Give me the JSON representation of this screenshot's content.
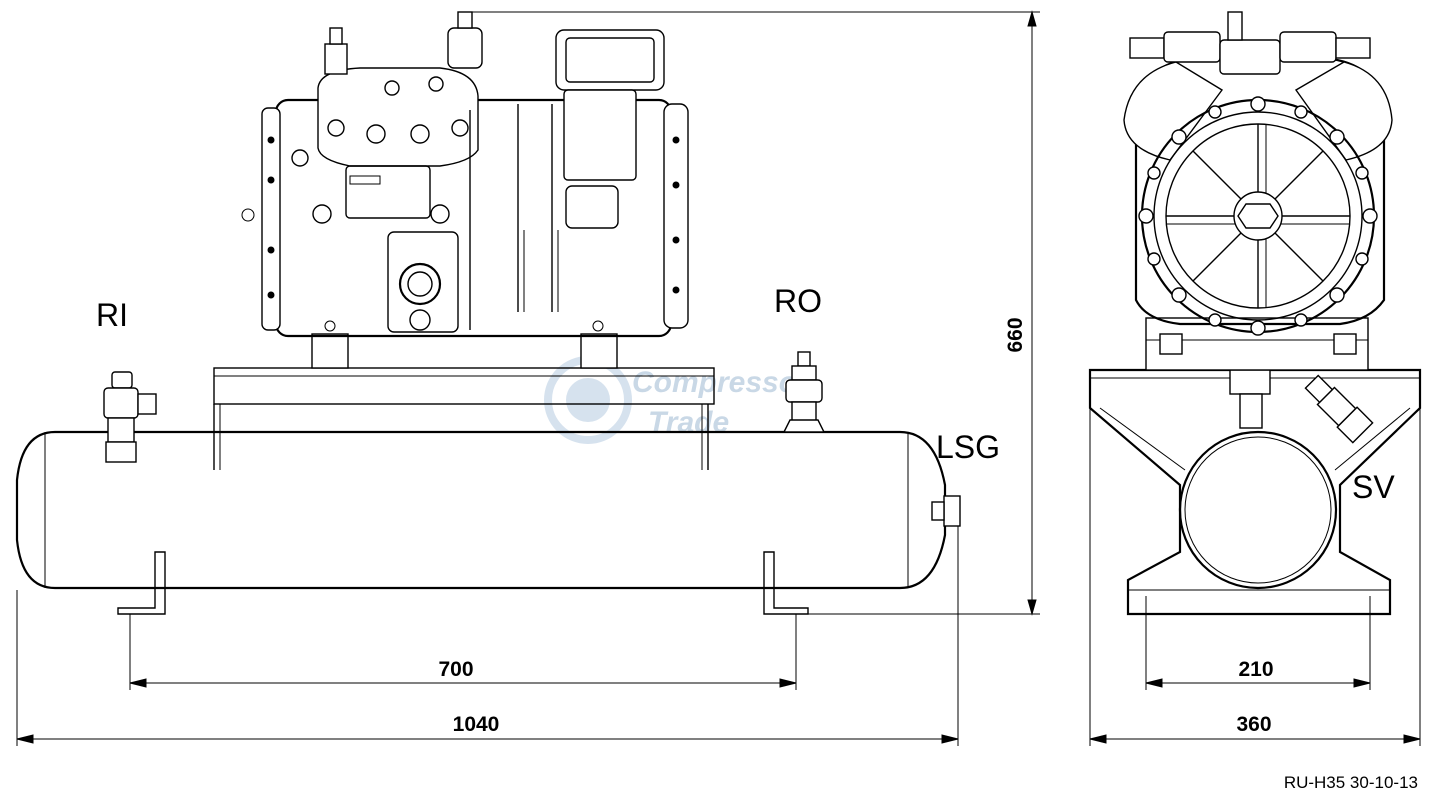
{
  "labels": {
    "ri": "RI",
    "ro": "RO",
    "lsg": "LSG",
    "sv": "SV"
  },
  "dimensions": {
    "height": "660",
    "foot_spacing_side": "700",
    "overall_length": "1040",
    "foot_spacing_front": "210",
    "overall_width": "360"
  },
  "watermark": {
    "line1": "Compressor",
    "line2": "Trade"
  },
  "drawing_ref": "RU-H35 30-10-13",
  "colors": {
    "line": "#000000",
    "background": "#ffffff",
    "watermark": "#c9d8e6"
  }
}
